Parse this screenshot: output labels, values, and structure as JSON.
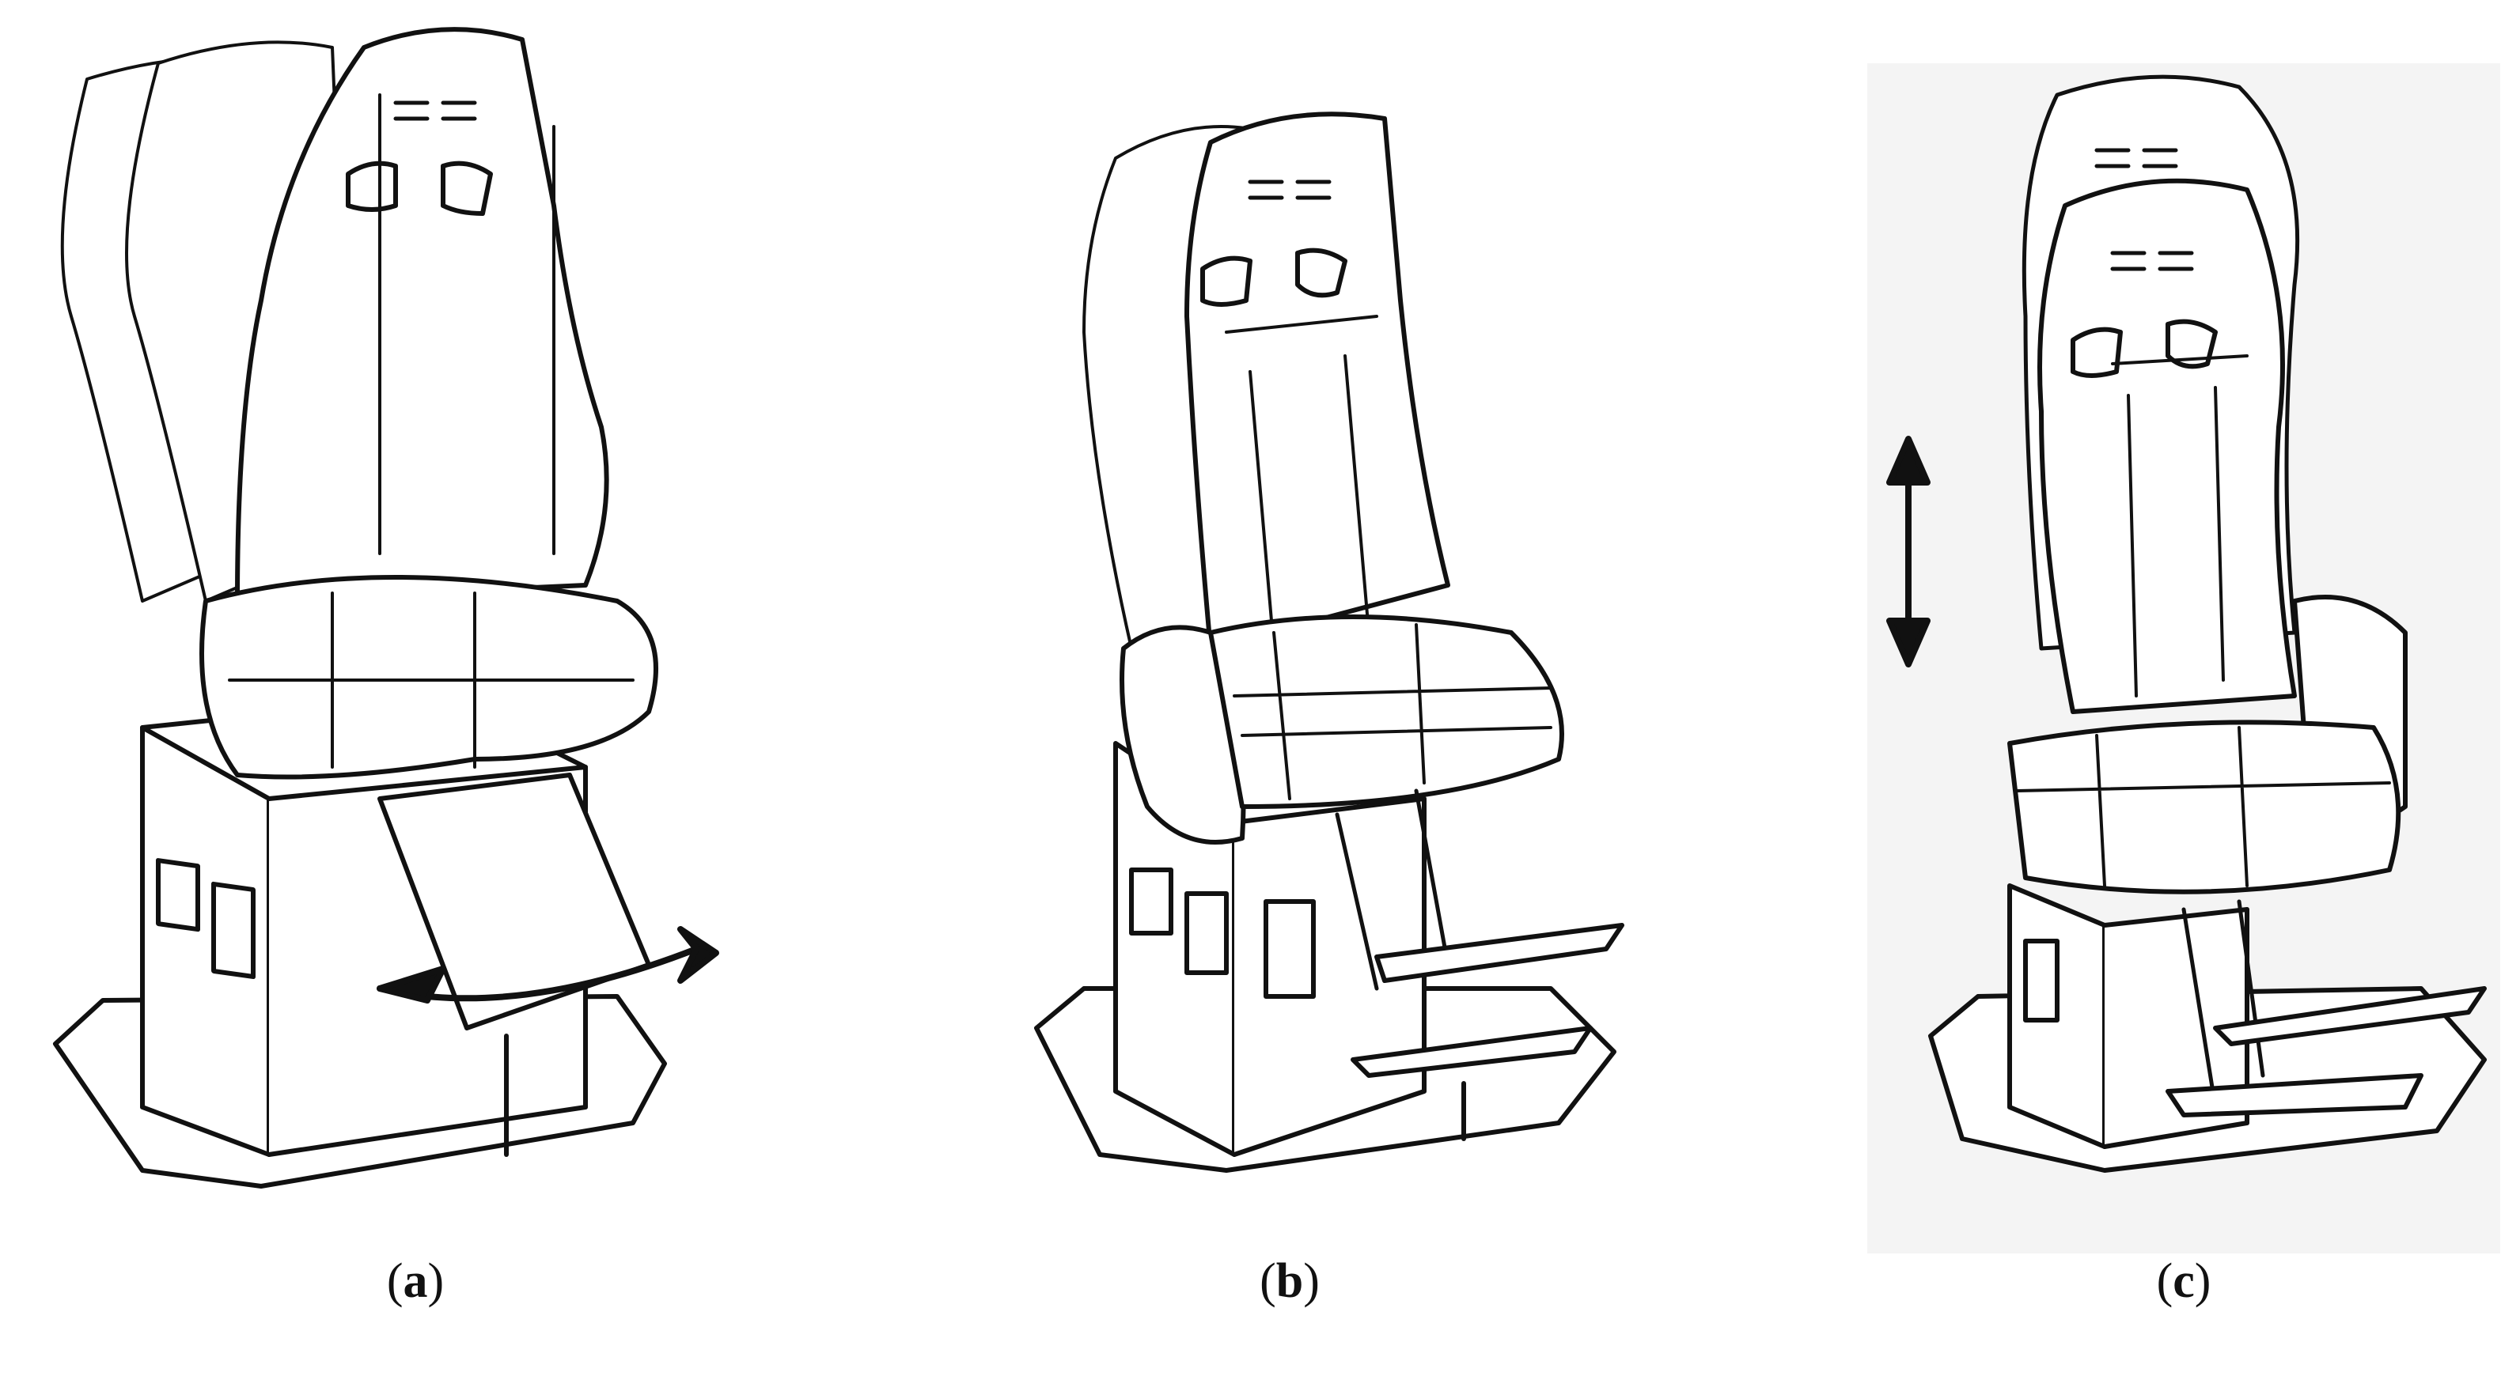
{
  "figure": {
    "panels": [
      {
        "id": "a",
        "caption_open": "(",
        "caption_letter": "a",
        "caption_close": ")",
        "motion": "swivel"
      },
      {
        "id": "b",
        "caption_open": "(",
        "caption_letter": "b",
        "caption_close": ")",
        "motion": "recline"
      },
      {
        "id": "c",
        "caption_open": "(",
        "caption_letter": "c",
        "caption_close": ")",
        "motion": "vertical"
      }
    ],
    "icons": [
      "swivel-arrow-icon",
      "vertical-arrow-icon"
    ],
    "colors": {
      "line": "#111111",
      "fill": "#ffffff",
      "shade": "#f4f4f4"
    }
  }
}
